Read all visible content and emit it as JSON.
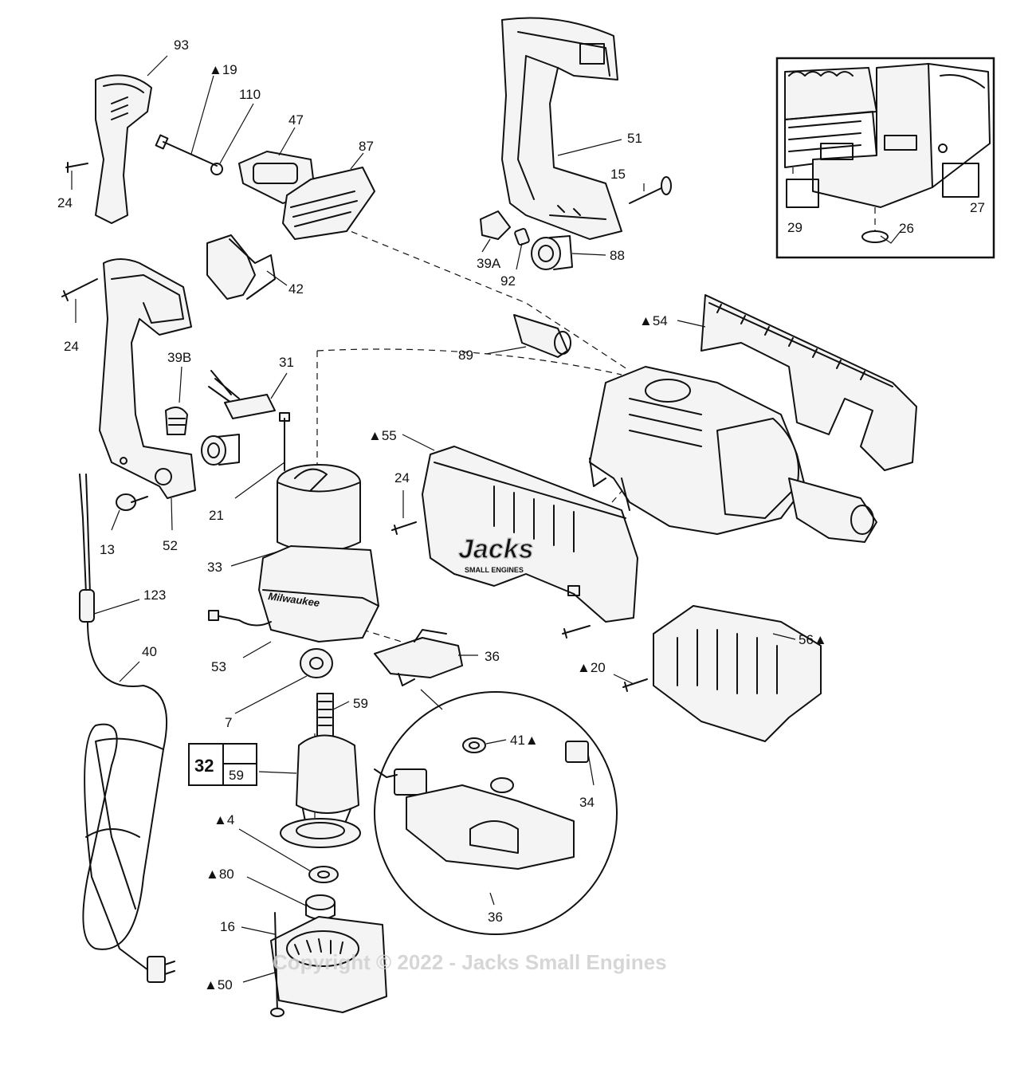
{
  "parts": {
    "p93": "93",
    "p19": "▲19",
    "p110": "110",
    "p47": "47",
    "p87": "87",
    "p24a": "24",
    "p24b": "24",
    "p24c": "24",
    "p42": "42",
    "p39b": "39B",
    "p31": "31",
    "p21": "21",
    "p13": "13",
    "p52": "52",
    "p33": "33",
    "p123": "123",
    "p40": "40",
    "p53": "53",
    "p7": "7",
    "p59": "59",
    "p4": "▲4",
    "p80": "▲80",
    "p16": "16",
    "p50": "▲50",
    "p51": "51",
    "p15": "15",
    "p39a": "39A",
    "p92": "92",
    "p88": "88",
    "p89": "89",
    "p54": "▲54",
    "p55": "▲55",
    "p36a": "36",
    "p36b": "36",
    "p20": "▲20",
    "p56": "56▲",
    "p41": "41▲",
    "p34": "34",
    "p29": "29",
    "p26": "26",
    "p27": "27"
  },
  "ref_box": {
    "top": "32",
    "bottom": "59"
  },
  "brand_label": "Milwaukee",
  "watermark_logo": "Jacks",
  "watermark_logo_sub": "SMALL ENGINES",
  "copyright": "Copyright © 2022 - Jacks Small Engines"
}
